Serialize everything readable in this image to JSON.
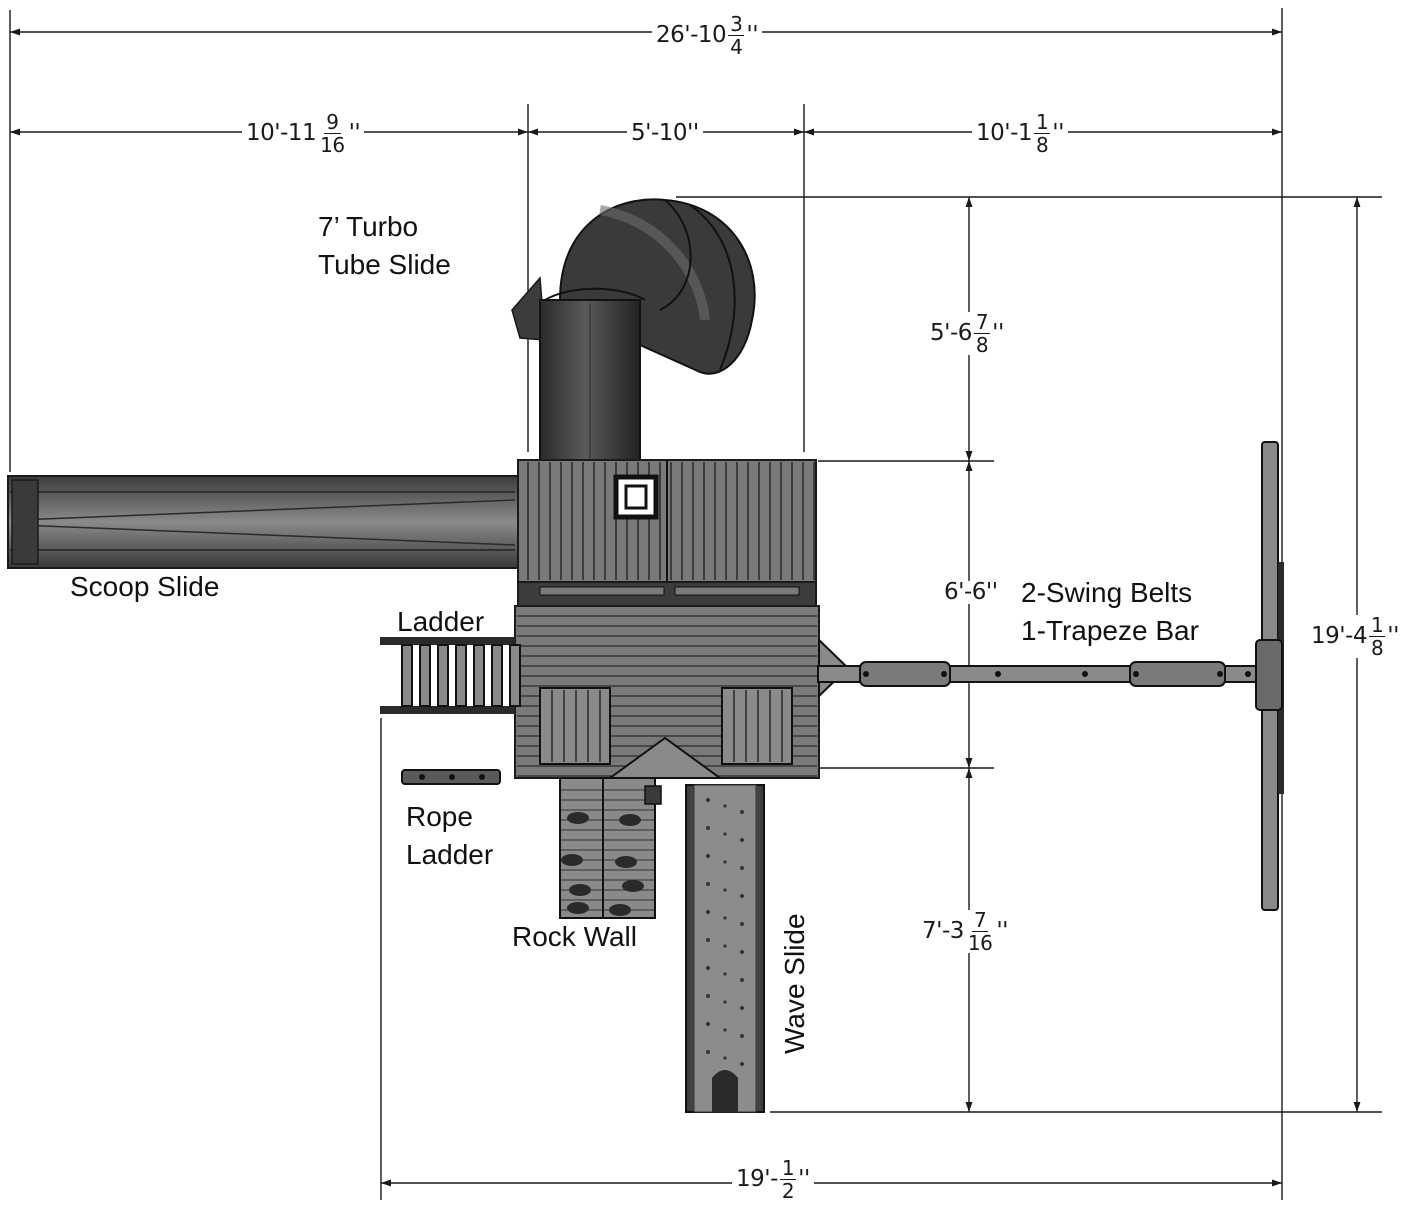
{
  "dimensions": {
    "overall_width": {
      "whole": "26'-10",
      "num": "3",
      "den": "4",
      "unit": "''"
    },
    "left_width": {
      "whole": "10'-11",
      "num": "9",
      "den": "16",
      "unit": "''"
    },
    "center_width": {
      "whole": "5'-10''"
    },
    "right_width": {
      "whole": "10'-1",
      "num": "1",
      "den": "8",
      "unit": "''"
    },
    "top_depth": {
      "whole": "5'-6",
      "num": "7",
      "den": "8",
      "unit": "''"
    },
    "middle_depth": {
      "whole": "6'-6''"
    },
    "bottom_depth": {
      "whole": "7'-3",
      "num": "7",
      "den": "16",
      "unit": "''"
    },
    "overall_depth": {
      "whole": "19'-4",
      "num": "1",
      "den": "8",
      "unit": "''"
    },
    "bottom_width": {
      "whole": "19'-",
      "num": "1",
      "den": "2",
      "unit": "''"
    }
  },
  "callouts": {
    "turbo_line1": "7’ Turbo",
    "turbo_line2": "Tube Slide",
    "scoop": "Scoop Slide",
    "ladder": "Ladder",
    "swing_line1": "2-Swing Belts",
    "swing_line2": "1-Trapeze Bar",
    "rope_line1": "Rope",
    "rope_line2": "Ladder",
    "rock": "Rock Wall",
    "wave": "Wave Slide"
  },
  "colors": {
    "line": "#1a1a1a",
    "wood": "#6a6a6a",
    "dark": "#2e2e2e",
    "slide": "#4a4a4a"
  }
}
